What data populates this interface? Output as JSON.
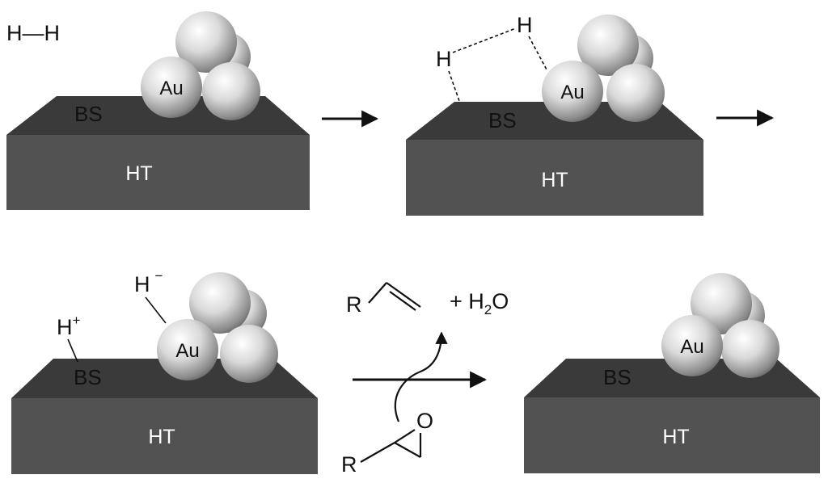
{
  "labels": {
    "h2": "H—H",
    "h": "H",
    "au": "Au",
    "bs": "BS",
    "ht": "HT",
    "h_plus": "H",
    "plus": "+",
    "h_minus": "H",
    "minus": "−",
    "r": "R",
    "o": "O",
    "water_plus": "+ H",
    "water_sub": "2",
    "water_o": "O"
  }
}
